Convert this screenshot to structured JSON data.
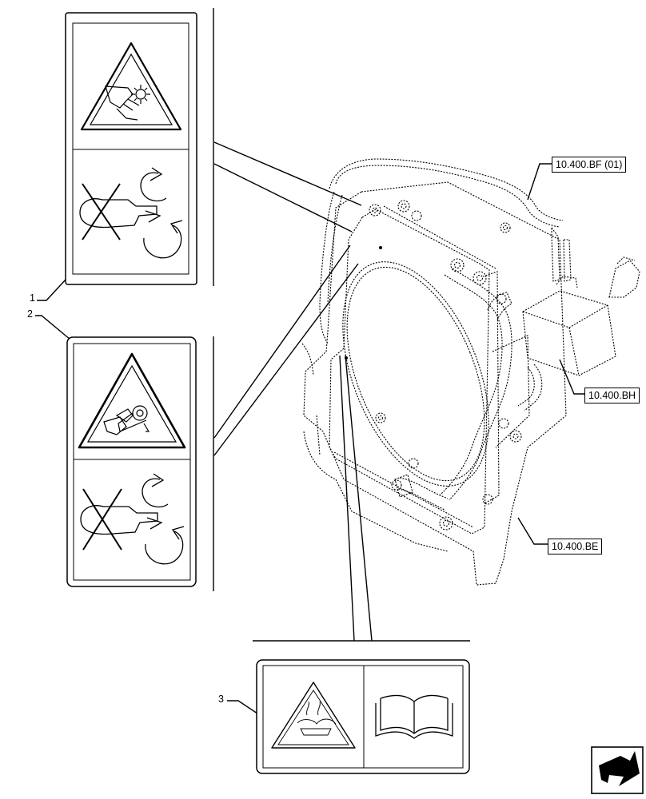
{
  "callouts": {
    "ref_bf": "10.400.BF (01)",
    "ref_bh": "10.400.BH",
    "ref_be": "10.400.BE"
  },
  "items": {
    "item1": "1",
    "item2": "2",
    "item3": "3"
  },
  "icons": {
    "decal1_top": "rotating-fan-hand-hazard-icon",
    "decal1_bottom": "no-hand-rotating-parts-icon",
    "decal2_top": "belt-entanglement-hazard-icon",
    "decal2_bottom": "no-hand-rotating-parts-icon",
    "decal3_left": "hot-coolant-warning-icon",
    "decal3_right": "read-manual-icon",
    "nav": "next-page-arrow-icon"
  }
}
